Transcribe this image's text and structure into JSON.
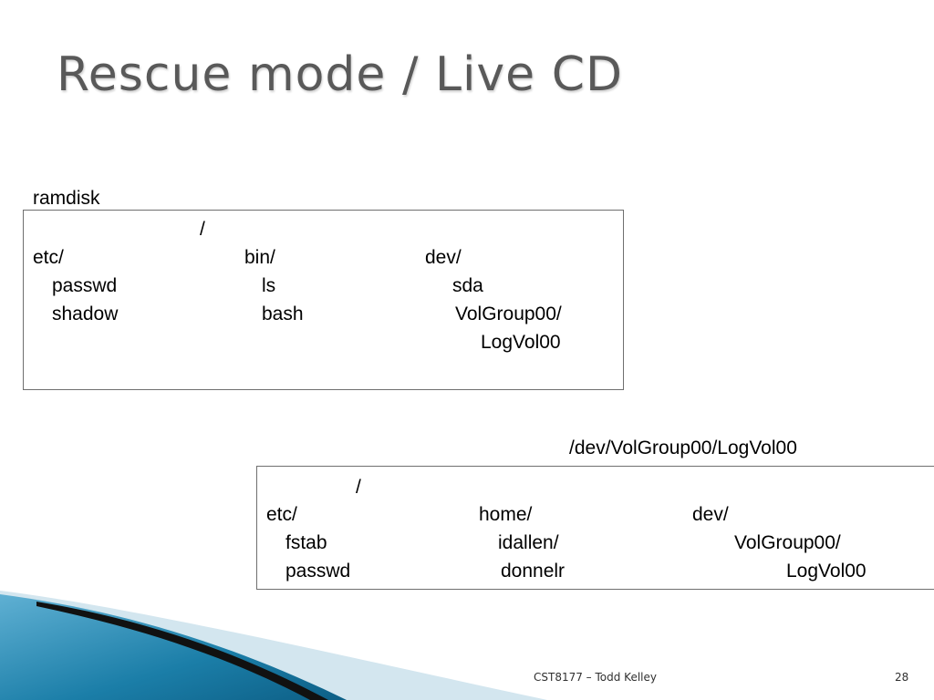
{
  "slide": {
    "title": "Rescue mode / Live CD",
    "footer": "CST8177 – Todd Kelley",
    "page_number": "28"
  },
  "ramdisk": {
    "label": "ramdisk",
    "root": "/",
    "etc": "etc/",
    "etc_passwd": "passwd",
    "etc_shadow": "shadow",
    "bin": "bin/",
    "bin_ls": "ls",
    "bin_bash": "bash",
    "dev": "dev/",
    "dev_sda": "sda",
    "dev_volgroup": "VolGroup00/",
    "dev_logvol": "LogVol00"
  },
  "logvol": {
    "label": "/dev/VolGroup00/LogVol00",
    "root": "/",
    "etc": "etc/",
    "etc_fstab": "fstab",
    "etc_passwd": "passwd",
    "home": "home/",
    "home_idallen": "idallen/",
    "home_donnelr": "donnelr",
    "dev": "dev/",
    "dev_volgroup": "VolGroup00/",
    "dev_logvol": "LogVol00"
  },
  "colors": {
    "title": "#595959",
    "box_border": "#6f6f6f",
    "swoosh_blue": "#1b7ea8",
    "swoosh_light": "#b9d7e6",
    "swoosh_dark": "#111111"
  }
}
